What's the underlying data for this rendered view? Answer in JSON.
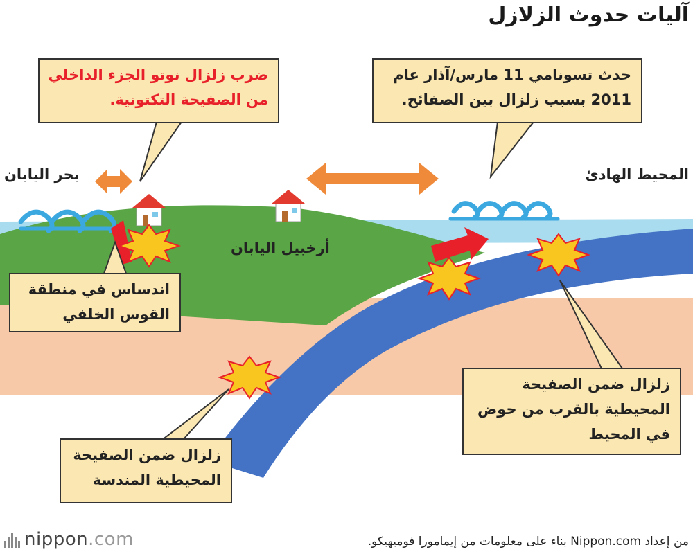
{
  "title": "آليات حدوث الزلازل",
  "labels": {
    "sea_of_japan": "بحر اليابان",
    "pacific_ocean": "المحيط الهادئ",
    "archipelago": "أرخبيل اليابان"
  },
  "callouts": {
    "noto": {
      "lines": [
        "ضرب زلزال نوتو الجزء الداخلي",
        "من الصفيحة التكتونية."
      ],
      "color": "#e8202a"
    },
    "tsunami": {
      "lines": [
        "حدث تسونامي 11 مارس/آذار عام",
        "2011 بسبب زلزال بين الصفائح."
      ]
    },
    "back_arc": {
      "lines": [
        "اندساس في منطقة",
        "القوس الخلفي"
      ]
    },
    "outer_rise": {
      "lines": [
        "زلزال ضمن الصفيحة",
        "المحيطية بالقرب من حوض",
        "في المحيط"
      ]
    },
    "slab": {
      "lines": [
        "زلزال ضمن الصفيحة",
        "المحيطية المندسة"
      ]
    }
  },
  "credit": "من إعداد Nippon.com بناء على معلومات من إيمامورا فوميهيكو.",
  "logo": {
    "name": "nippon",
    "suffix": ".com"
  },
  "colors": {
    "callout_bg": "#fbe7b1",
    "land": "#5aa646",
    "mantle": "#f7c9a8",
    "oceanic_plate": "#4472c4",
    "sea": "#a9dcef",
    "wave": "#3ca8e0",
    "arrow": "#ef8a3a",
    "quake": "#f9c51f",
    "quake_outline": "#e8202a",
    "house_roof": "#e23a2e"
  }
}
